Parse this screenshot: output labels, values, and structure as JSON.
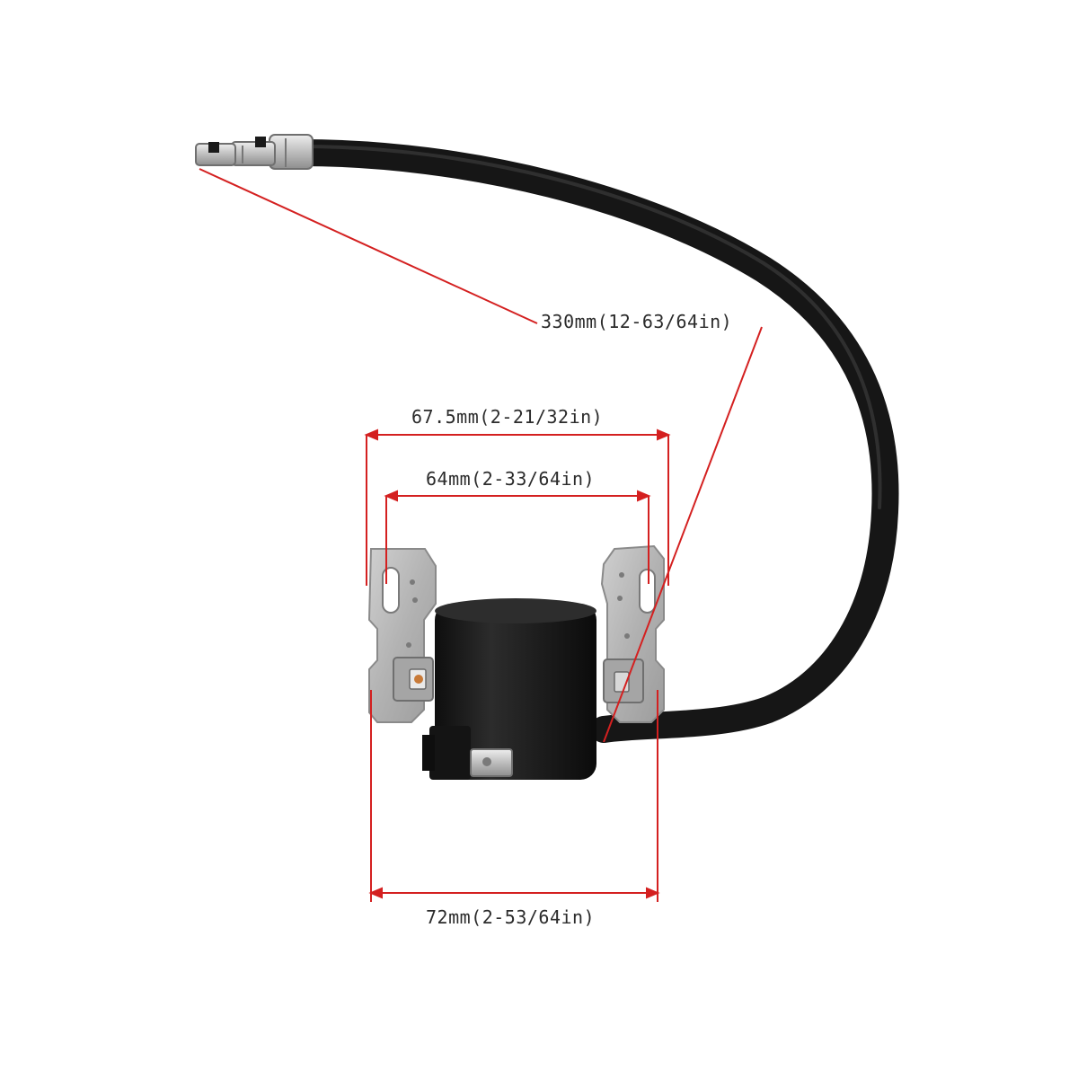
{
  "colors": {
    "background": "#ffffff",
    "dimension_line": "#d42020",
    "cable": "#1c1c1c",
    "coil_body": "#1f1f1f",
    "bracket": "#b9b9b9",
    "terminal_metal": "#c8c8c8",
    "label_text": "#2b2b2b"
  },
  "icons": {
    "cable": "ignition-cable",
    "spark_plug_connector": "spark-plug-terminal",
    "coil": "ignition-coil-body",
    "brackets": "mounting-bracket",
    "spade_terminal": "spade-terminal"
  },
  "dimensions": {
    "cable_length": "330mm(12-63/64in)",
    "outer_bracket_width": "67.5mm(2-21/32in)",
    "slot_spacing": "64mm(2-33/64in)",
    "overall_width": "72mm(2-53/64in)"
  }
}
